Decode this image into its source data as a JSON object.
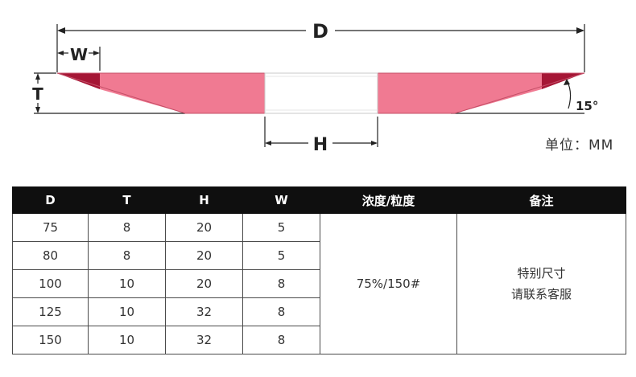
{
  "diagram": {
    "labels": {
      "d": "D",
      "w": "W",
      "t": "T",
      "h": "H",
      "angle": "15°"
    },
    "colors": {
      "wheel": "#f07a92",
      "rim": "#a51635",
      "line": "#222222"
    }
  },
  "unit_label": "单位：MM",
  "table": {
    "headers": [
      "D",
      "T",
      "H",
      "W",
      "浓度/粒度",
      "备注"
    ],
    "rows": [
      [
        "75",
        "8",
        "20",
        "5"
      ],
      [
        "80",
        "8",
        "20",
        "5"
      ],
      [
        "100",
        "10",
        "20",
        "8"
      ],
      [
        "125",
        "10",
        "32",
        "8"
      ],
      [
        "150",
        "10",
        "32",
        "8"
      ]
    ],
    "concentration": "75%/150#",
    "remark_line1": "特别尺寸",
    "remark_line2": "请联系客服"
  }
}
